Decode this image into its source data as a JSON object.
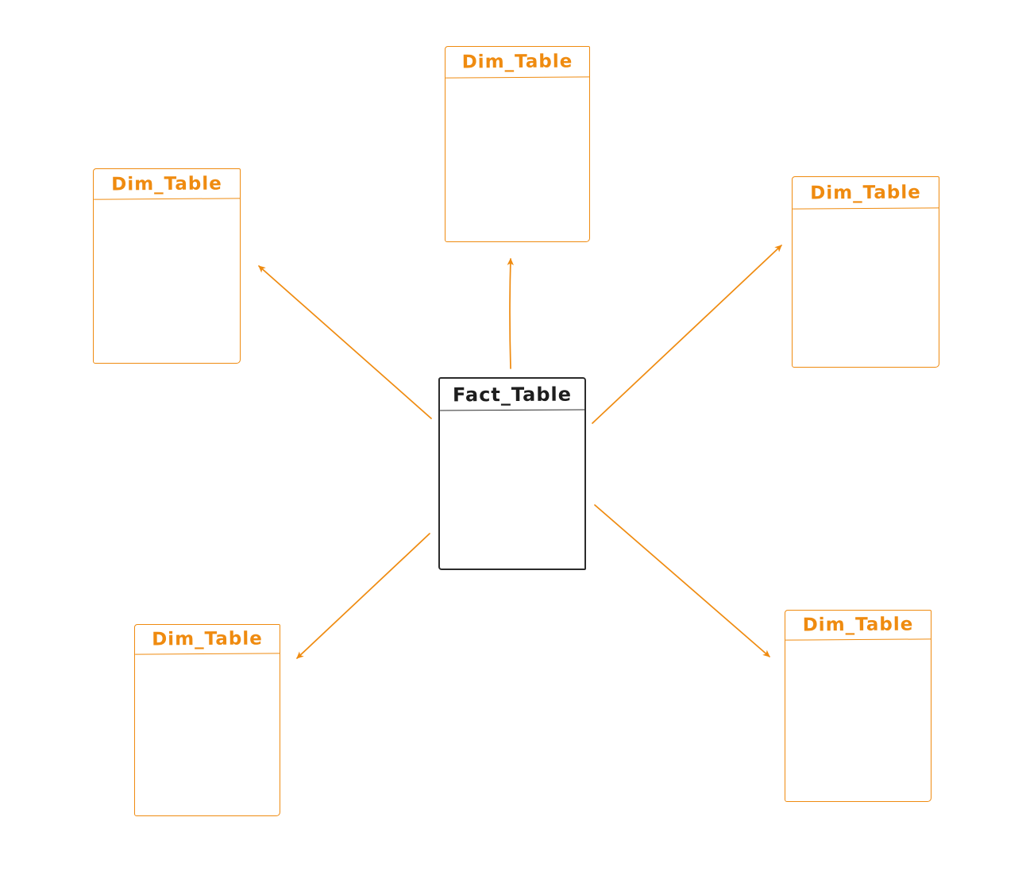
{
  "diagram": {
    "type": "star-schema",
    "fact_table": {
      "label": "Fact_Table"
    },
    "dim_tables": [
      {
        "position": "top",
        "label": "Dim_Table"
      },
      {
        "position": "left",
        "label": "Dim_Table"
      },
      {
        "position": "right",
        "label": "Dim_Table"
      },
      {
        "position": "bottom-left",
        "label": "Dim_Table"
      },
      {
        "position": "bottom-right",
        "label": "Dim_Table"
      }
    ],
    "relationships": [
      {
        "from": "Fact_Table",
        "to": "Dim_Table (top)"
      },
      {
        "from": "Fact_Table",
        "to": "Dim_Table (left)"
      },
      {
        "from": "Fact_Table",
        "to": "Dim_Table (right)"
      },
      {
        "from": "Fact_Table",
        "to": "Dim_Table (bottom-left)"
      },
      {
        "from": "Fact_Table",
        "to": "Dim_Table (bottom-right)"
      }
    ],
    "colors": {
      "dim_accent": "#ef8b10",
      "fact_stroke": "#2b2b2b",
      "fact_text": "#1e1e1e",
      "background": "#ffffff"
    }
  }
}
